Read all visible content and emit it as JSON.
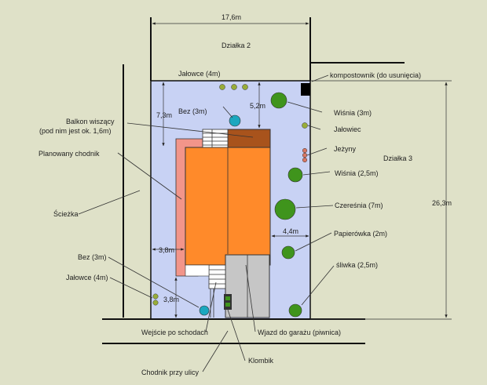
{
  "labels": {
    "width_top": "17,6m",
    "dzialka2": "Działka 2",
    "jalowce_top": "Jałowce (4m)",
    "kompostownik": "kompostownik (do usunięcia)",
    "bez_top": "Bez (3m)",
    "dim_5_2": "5,2m",
    "dim_7_3": "7,3m",
    "wisnia_3": "Wiśnia (3m)",
    "balkon_line1": "Balkon wiszący",
    "balkon_line2": "(pod nim jest ok. 1,6m)",
    "jalowiec": "Jałowiec",
    "jezyny": "Jeżyny",
    "dzialka3": "Działka 3",
    "planowany_chodnik": "Planowany chodnik",
    "wisnia_2_5": "Wiśnia (2,5m)",
    "sciezka": "Ścieżka",
    "dim_26_3": "26,3m",
    "czeresnia": "Czereśnia (7m)",
    "papierowka": "Papierówka (2m)",
    "dim_4_4": "4,4m",
    "dim_3_8_a": "3,8m",
    "bez_bottom": "Bez (3m)",
    "sliwka": "śliwka (2,5m)",
    "jalowce_bottom": "Jałowce (4m)",
    "dim_3_8_b": "3,8m",
    "wejscie": "Wejście po schodach",
    "wjazd": "Wjazd do garażu (piwnica)",
    "klombik": "Klombik",
    "chodnik_ulica": "Chodnik przy ulicy"
  },
  "colors": {
    "background": "#dfe1c8",
    "plot": "#c8d2f4",
    "house": "#ff8a2a",
    "balcony": "#a8531c",
    "path": "#f2958a",
    "garage": "#c6c6c6",
    "tree": "#3f941c",
    "bush": "#98ad39",
    "blue_bush": "#1ba7bf",
    "berries": "#d97763"
  }
}
